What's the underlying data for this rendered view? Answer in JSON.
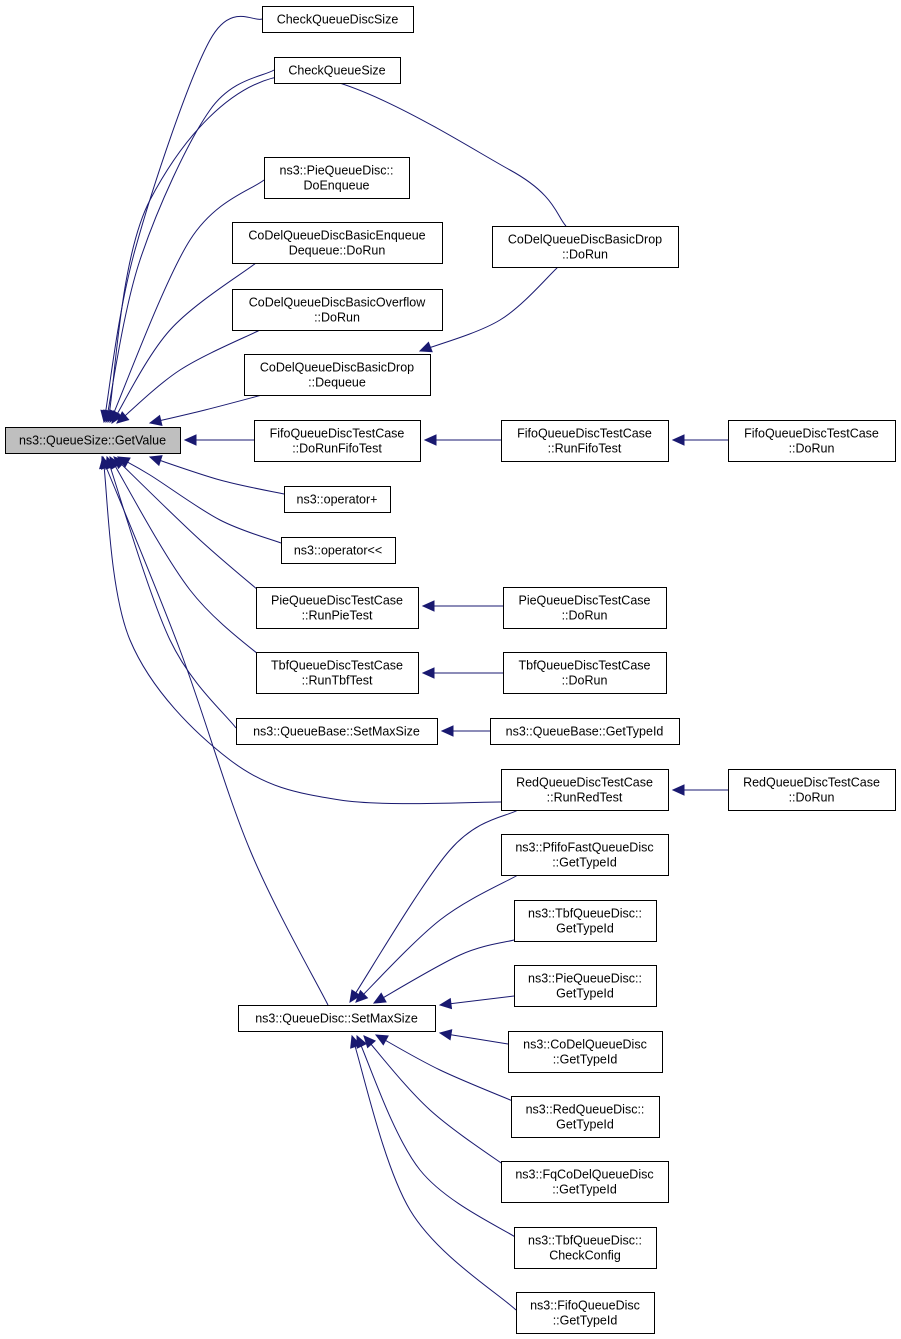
{
  "graph": {
    "nodes": [
      {
        "id": "root",
        "lines": [
          "ns3::QueueSize::GetValue"
        ]
      },
      {
        "id": "check-queue-disc-size",
        "lines": [
          "CheckQueueDiscSize"
        ]
      },
      {
        "id": "check-queue-size",
        "lines": [
          "CheckQueueSize"
        ]
      },
      {
        "id": "pie-do-enqueue",
        "lines": [
          "ns3::PieQueueDisc::",
          "DoEnqueue"
        ]
      },
      {
        "id": "codel-basic-enqueue-dequeue-dorun",
        "lines": [
          "CoDelQueueDiscBasicEnqueue",
          "Dequeue::DoRun"
        ]
      },
      {
        "id": "codel-basic-overflow-dorun",
        "lines": [
          "CoDelQueueDiscBasicOverflow",
          "::DoRun"
        ]
      },
      {
        "id": "codel-basic-drop-dequeue",
        "lines": [
          "CoDelQueueDiscBasicDrop",
          "::Dequeue"
        ]
      },
      {
        "id": "codel-basic-drop-dorun",
        "lines": [
          "CoDelQueueDiscBasicDrop",
          "::DoRun"
        ]
      },
      {
        "id": "fifo-dorunfifotest",
        "lines": [
          "FifoQueueDiscTestCase",
          "::DoRunFifoTest"
        ]
      },
      {
        "id": "fifo-runfifotest",
        "lines": [
          "FifoQueueDiscTestCase",
          "::RunFifoTest"
        ]
      },
      {
        "id": "fifo-dorun",
        "lines": [
          "FifoQueueDiscTestCase",
          "::DoRun"
        ]
      },
      {
        "id": "operator-plus",
        "lines": [
          "ns3::operator+"
        ]
      },
      {
        "id": "operator-shift",
        "lines": [
          "ns3::operator<<"
        ]
      },
      {
        "id": "pie-runpietest",
        "lines": [
          "PieQueueDiscTestCase",
          "::RunPieTest"
        ]
      },
      {
        "id": "pie-dorun",
        "lines": [
          "PieQueueDiscTestCase",
          "::DoRun"
        ]
      },
      {
        "id": "tbf-runtbftest",
        "lines": [
          "TbfQueueDiscTestCase",
          "::RunTbfTest"
        ]
      },
      {
        "id": "tbf-dorun",
        "lines": [
          "TbfQueueDiscTestCase",
          "::DoRun"
        ]
      },
      {
        "id": "queuebase-setmaxsize",
        "lines": [
          "ns3::QueueBase::SetMaxSize"
        ]
      },
      {
        "id": "queuebase-gettypeid",
        "lines": [
          "ns3::QueueBase::GetTypeId"
        ]
      },
      {
        "id": "red-runredtest",
        "lines": [
          "RedQueueDiscTestCase",
          "::RunRedTest"
        ]
      },
      {
        "id": "red-dorun",
        "lines": [
          "RedQueueDiscTestCase",
          "::DoRun"
        ]
      },
      {
        "id": "pfifofast-gettypeid",
        "lines": [
          "ns3::PfifoFastQueueDisc",
          "::GetTypeId"
        ]
      },
      {
        "id": "tbf-gettypeid",
        "lines": [
          "ns3::TbfQueueDisc::",
          "GetTypeId"
        ]
      },
      {
        "id": "pie-gettypeid",
        "lines": [
          "ns3::PieQueueDisc::",
          "GetTypeId"
        ]
      },
      {
        "id": "queuedisc-setmaxsize",
        "lines": [
          "ns3::QueueDisc::SetMaxSize"
        ]
      },
      {
        "id": "codel-gettypeid",
        "lines": [
          "ns3::CoDelQueueDisc",
          "::GetTypeId"
        ]
      },
      {
        "id": "red-gettypeid",
        "lines": [
          "ns3::RedQueueDisc::",
          "GetTypeId"
        ]
      },
      {
        "id": "fqcodel-gettypeid",
        "lines": [
          "ns3::FqCoDelQueueDisc",
          "::GetTypeId"
        ]
      },
      {
        "id": "tbf-checkconfig",
        "lines": [
          "ns3::TbfQueueDisc::",
          "CheckConfig"
        ]
      },
      {
        "id": "fifo-gettypeid",
        "lines": [
          "ns3::FifoQueueDisc",
          "::GetTypeId"
        ]
      }
    ],
    "edges": [
      {
        "from": "check-queue-disc-size",
        "to": "root"
      },
      {
        "from": "check-queue-size",
        "to": "root"
      },
      {
        "from": "codel-basic-drop-dorun",
        "to": "root"
      },
      {
        "from": "pie-do-enqueue",
        "to": "root"
      },
      {
        "from": "codel-basic-enqueue-dequeue-dorun",
        "to": "root"
      },
      {
        "from": "codel-basic-overflow-dorun",
        "to": "root"
      },
      {
        "from": "codel-basic-drop-dequeue",
        "to": "root"
      },
      {
        "from": "fifo-dorunfifotest",
        "to": "root"
      },
      {
        "from": "operator-plus",
        "to": "root"
      },
      {
        "from": "operator-shift",
        "to": "root"
      },
      {
        "from": "pie-runpietest",
        "to": "root"
      },
      {
        "from": "tbf-runtbftest",
        "to": "root"
      },
      {
        "from": "queuebase-setmaxsize",
        "to": "root"
      },
      {
        "from": "red-runredtest",
        "to": "root"
      },
      {
        "from": "queuedisc-setmaxsize",
        "to": "root"
      },
      {
        "from": "codel-basic-drop-dorun",
        "to": "codel-basic-drop-dequeue"
      },
      {
        "from": "fifo-runfifotest",
        "to": "fifo-dorunfifotest"
      },
      {
        "from": "fifo-dorun",
        "to": "fifo-runfifotest"
      },
      {
        "from": "pie-dorun",
        "to": "pie-runpietest"
      },
      {
        "from": "tbf-dorun",
        "to": "tbf-runtbftest"
      },
      {
        "from": "queuebase-gettypeid",
        "to": "queuebase-setmaxsize"
      },
      {
        "from": "red-dorun",
        "to": "red-runredtest"
      },
      {
        "from": "red-runredtest",
        "to": "queuedisc-setmaxsize"
      },
      {
        "from": "pfifofast-gettypeid",
        "to": "queuedisc-setmaxsize"
      },
      {
        "from": "tbf-gettypeid",
        "to": "queuedisc-setmaxsize"
      },
      {
        "from": "pie-gettypeid",
        "to": "queuedisc-setmaxsize"
      },
      {
        "from": "codel-gettypeid",
        "to": "queuedisc-setmaxsize"
      },
      {
        "from": "red-gettypeid",
        "to": "queuedisc-setmaxsize"
      },
      {
        "from": "fqcodel-gettypeid",
        "to": "queuedisc-setmaxsize"
      },
      {
        "from": "tbf-checkconfig",
        "to": "queuedisc-setmaxsize"
      },
      {
        "from": "fifo-gettypeid",
        "to": "queuedisc-setmaxsize"
      }
    ],
    "colors": {
      "edge": "#191970",
      "root_fill": "#bfbfbf",
      "node_fill": "#ffffff",
      "node_border": "#000000"
    }
  }
}
